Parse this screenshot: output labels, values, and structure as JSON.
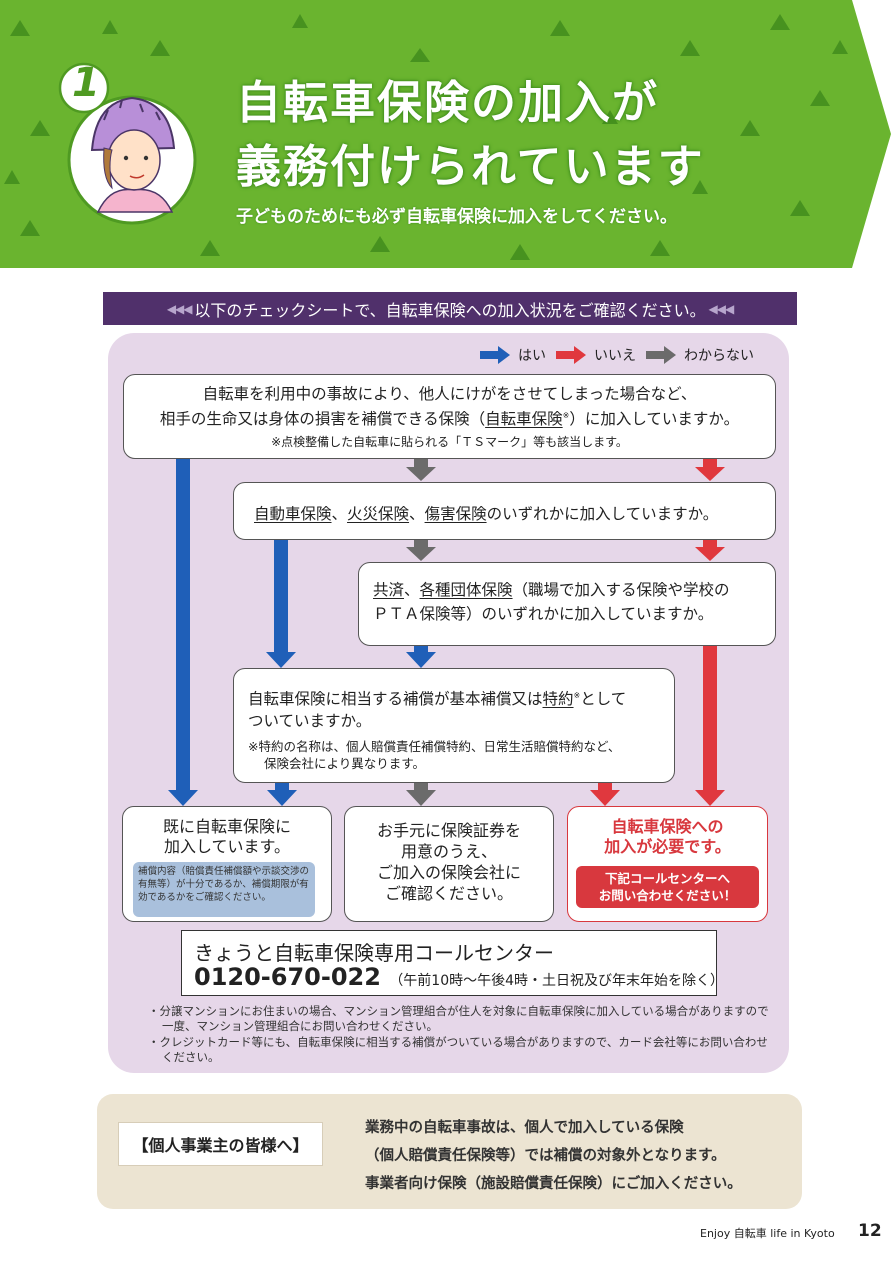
{
  "header": {
    "number": "1",
    "title_line1": "自転車保険の加入が",
    "title_line2": "義務付けられています",
    "subtitle": "子どものためにも必ず自転車保険に加入をしてください。",
    "colors": {
      "green": "#6ab42f",
      "dark_green": "#4f9a22",
      "triangle": "#3f8a1c"
    }
  },
  "check_bar": {
    "text": "以下のチェックシートで、自転車保険への加入状況をご確認ください。"
  },
  "legend": {
    "yes": "はい",
    "no": "いいえ",
    "unknown": "わからない",
    "colors": {
      "yes": "#1f5fb8",
      "no": "#e0383e",
      "unknown": "#6b6b6b"
    }
  },
  "q1": {
    "line1": "自転車を利用中の事故により、他人にけがをさせてしまった場合など、",
    "line2_a": "相手の生命又は身体の損害を補償できる保険（",
    "line2_u": "自転車保険",
    "line2_sup": "※",
    "line2_b": "）に加入していますか。",
    "note": "※点検整備した自転車に貼られる「ＴＳマーク」等も該当します。"
  },
  "q2": {
    "u1": "自動車保険",
    "sep1": "、",
    "u2": "火災保険",
    "sep2": "、",
    "u3": "傷害保険",
    "rest": "のいずれかに加入していますか。"
  },
  "q3": {
    "u1": "共済",
    "sep": "、",
    "u2": "各種団体保険",
    "rest1": "（職場で加入する保険や学校の",
    "line2": "ＰＴＡ保険等）のいずれかに加入していますか。"
  },
  "q4": {
    "a": "自転車保険に相当する補償が基本補償又は",
    "u": "特約",
    "sup": "※",
    "b": "として",
    "line2": "ついていますか。",
    "note1": "※特約の名称は、個人賠償責任補償特約、日常生活賠償特約など、",
    "note2": "保険会社により異なります。"
  },
  "r1": {
    "line1": "既に自転車保険に",
    "line2": "加入しています。",
    "note": "補償内容（賠償責任補償額や示談交渉の有無等）が十分であるか、補償期限が有効であるかをご確認ください。"
  },
  "r2": {
    "line1": "お手元に保険証券を",
    "line2": "用意のうえ、",
    "line3": "ご加入の保険会社に",
    "line4": "ご確認ください。"
  },
  "r3": {
    "line1": "自転車保険への",
    "line2": "加入が必要です。",
    "btn1": "下記コールセンターへ",
    "btn2": "お問い合わせください！"
  },
  "callcenter": {
    "name": "きょうと自転車保険専用コールセンター",
    "phone": "0120-670-022",
    "hours": "（午前10時～午後4時・土日祝及び年末年始を除く）"
  },
  "notes": [
    "・分譲マンションにお住まいの場合、マンション管理組合が住人を対象に自転車保険に加入している場合がありますので一度、マンション管理組合にお問い合わせください。",
    "・クレジットカード等にも、自転車保険に相当する補償がついている場合がありますので、カード会社等にお問い合わせください。"
  ],
  "business": {
    "label": "【個人事業主の皆様へ】",
    "line1": "業務中の自転車事故は、個人で加入している保険",
    "line2": "（個人賠償責任保険等）では補償の対象外となります。",
    "line3": "事業者向け保険（施設賠償責任保険）にご加入ください。"
  },
  "footer": {
    "text": "Enjoy 自転車 life in Kyoto",
    "page": "12"
  }
}
